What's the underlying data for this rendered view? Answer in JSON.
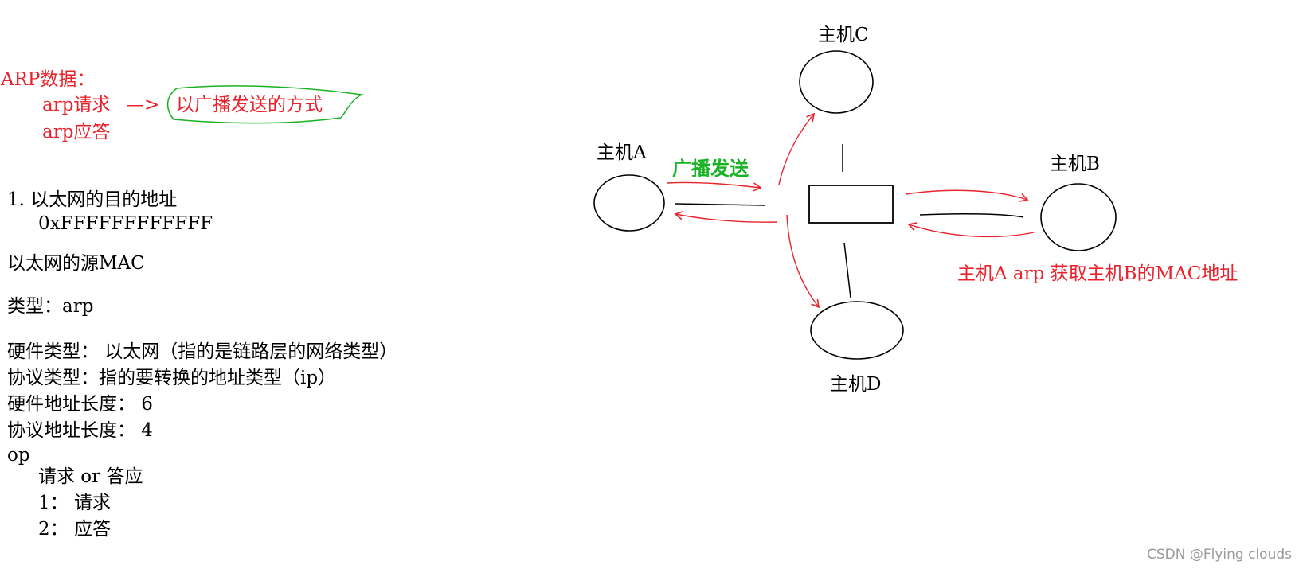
{
  "notes": {
    "arp_title": "ARP数据：",
    "arp_request": "arp请求",
    "arrow_glyph": "—>",
    "broadcast_note": "以广播发送的方式",
    "arp_reply": "arp应答",
    "item1": "1. 以太网的目的地址",
    "item1_value": "0xFFFFFFFFFFFF",
    "src_mac": "以太网的源MAC",
    "type": "类型：arp",
    "hw_type": "硬件类型： 以太网（指的是链路层的网络类型）",
    "proto_type": "协议类型：指的要转换的地址类型（ip）",
    "hw_len": "硬件地址长度： 6",
    "proto_len": "协议地址长度： 4",
    "op": "op",
    "op_desc": "请求 or 答应",
    "op_1": "1： 请求",
    "op_2": "2： 应答"
  },
  "diagram": {
    "host_a": "主机A",
    "host_b": "主机B",
    "host_c": "主机C",
    "host_d": "主机D",
    "broadcast_label": "广播发送",
    "caption": "主机A arp 获取主机B的MAC地址"
  },
  "watermark": "CSDN @Flying clouds",
  "colors": {
    "red": "#e8232d",
    "green": "#19b224",
    "black": "#000000"
  }
}
